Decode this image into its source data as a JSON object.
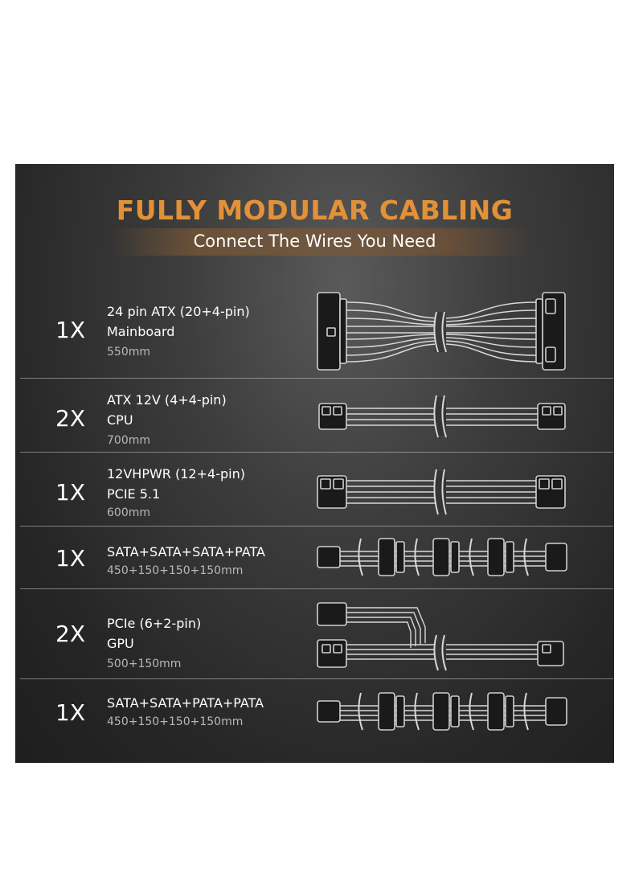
{
  "header": {
    "title": "FULLY MODULAR CABLING",
    "subtitle": "Connect The Wires You Need"
  },
  "colors": {
    "title": "#e39138",
    "panel": "#2b2b2b",
    "text": "#ffffff",
    "subtext": "#b8b8b8"
  },
  "cables": [
    {
      "qty": "1X",
      "line1": "24 pin ATX (20+4-pin)",
      "line2": "Mainboard",
      "length": "550mm",
      "icon": "atx-24pin-cable-icon"
    },
    {
      "qty": "2X",
      "line1": "ATX 12V (4+4-pin)",
      "line2": "CPU",
      "length": "700mm",
      "icon": "cpu-8pin-cable-icon"
    },
    {
      "qty": "1X",
      "line1": "12VHPWR (12+4-pin)",
      "line2": "PCIE 5.1",
      "length": "600mm",
      "icon": "12vhpwr-cable-icon"
    },
    {
      "qty": "1X",
      "line1": "SATA+SATA+SATA+PATA",
      "line2": "",
      "length": "450+150+150+150mm",
      "icon": "sata-chain-cable-icon"
    },
    {
      "qty": "2X",
      "line1": "PCIe (6+2-pin)",
      "line2": "GPU",
      "length": "500+150mm",
      "icon": "pcie-split-cable-icon"
    },
    {
      "qty": "1X",
      "line1": "SATA+SATA+PATA+PATA",
      "line2": "",
      "length": "450+150+150+150mm",
      "icon": "sata-chain-cable-icon"
    }
  ]
}
